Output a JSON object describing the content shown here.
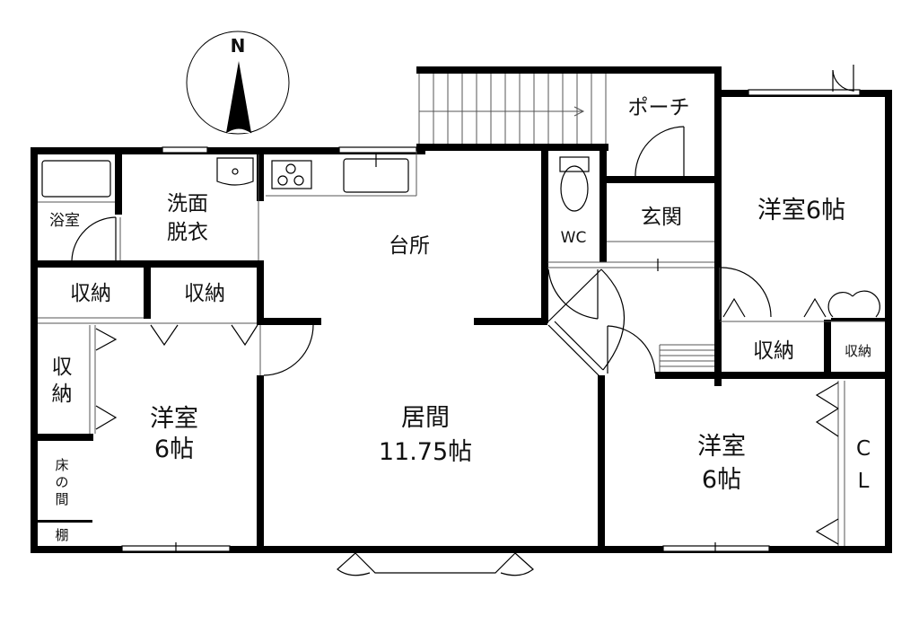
{
  "compass": {
    "label": "N"
  },
  "rooms": {
    "bath": "浴室",
    "washroom_l1": "洗面",
    "washroom_l2": "脱衣",
    "kitchen": "台所",
    "wc": "WC",
    "porch": "ポーチ",
    "entrance": "玄関",
    "bedroom_ne": "洋室6帖",
    "storage_nw1": "収納",
    "storage_nw2": "収納",
    "storage_w_l1": "収",
    "storage_w_l2": "納",
    "bedroom_w_l1": "洋室",
    "bedroom_w_l2": "6帖",
    "tokonoma_l1": "床",
    "tokonoma_l2": "の",
    "tokonoma_l3": "間",
    "shelf": "棚",
    "living_l1": "居間",
    "living_l2": "11.75帖",
    "storage_e1": "収納",
    "storage_e2": "収納",
    "bedroom_se_l1": "洋室",
    "bedroom_se_l2": "6帖",
    "closet_l1": "C",
    "closet_l2": "L"
  }
}
